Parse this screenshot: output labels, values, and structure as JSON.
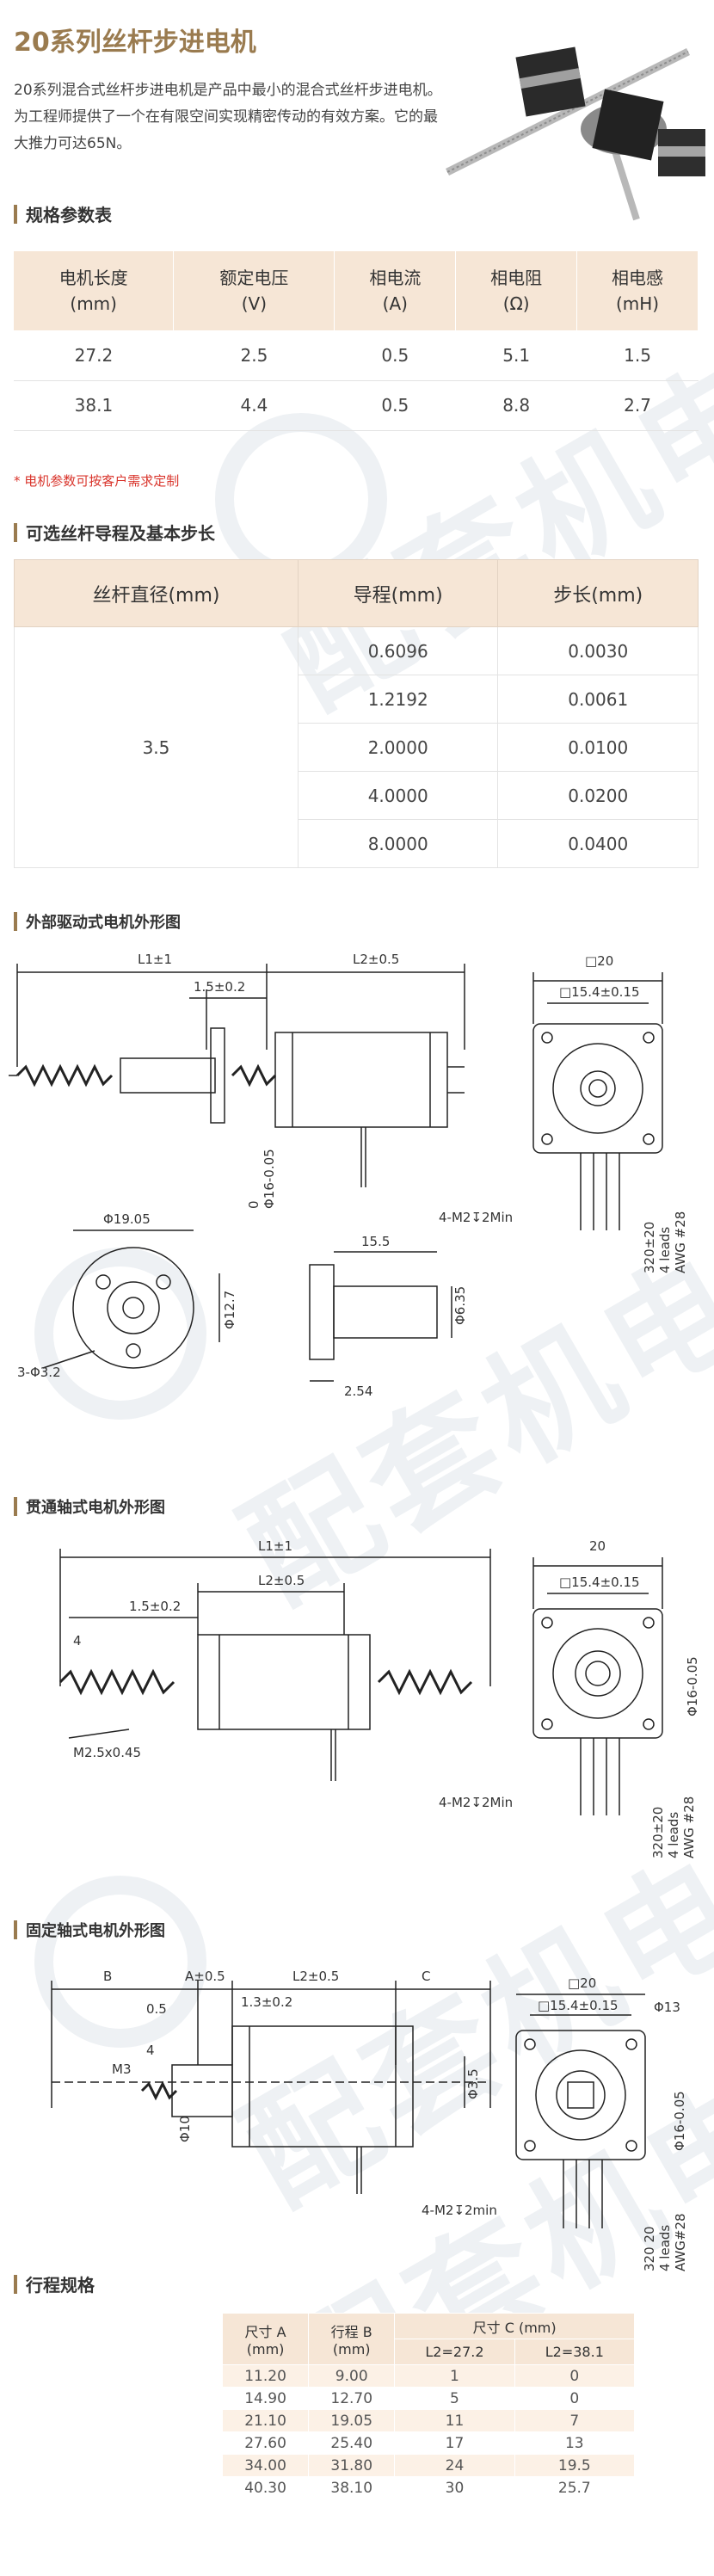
{
  "title": "20系列丝杆步进电机",
  "intro": "20系列混合式丝杆步进电机是产品中最小的混合式丝杆步进电机。为工程师提供了一个在有限空间实现精密传动的有效方案。它的最大推力可达65N。",
  "watermark": "配套机电",
  "spec_section": {
    "title": "规格参数表",
    "headers": [
      "电机长度\n(mm)",
      "额定电压\n(V)",
      "相电流\n(A)",
      "相电阻\n(Ω)",
      "相电感\n(mH)"
    ],
    "rows": [
      [
        "27.2",
        "2.5",
        "0.5",
        "5.1",
        "1.5"
      ],
      [
        "38.1",
        "4.4",
        "0.5",
        "8.8",
        "2.7"
      ]
    ],
    "note": "* 电机参数可按客户需求定制"
  },
  "lead_section": {
    "title": "可选丝杆导程及基本步长",
    "headers": [
      "丝杆直径(mm)",
      "导程(mm)",
      "步长(mm)"
    ],
    "diameter": "3.5",
    "rows": [
      [
        "0.6096",
        "0.0030"
      ],
      [
        "1.2192",
        "0.0061"
      ],
      [
        "2.0000",
        "0.0100"
      ],
      [
        "4.0000",
        "0.0200"
      ],
      [
        "8.0000",
        "0.0400"
      ]
    ]
  },
  "drawing1": {
    "title": "外部驱动式电机外形图",
    "labels": {
      "l1": "L1±1",
      "l2": "L2±0.5",
      "sq20": "□20",
      "sq15": "□15.4±0.15",
      "a15": "1.5±0.2",
      "phi16": "0\nΦ16-0.05",
      "m2": "4-M2↧2Min",
      "leads": "320±20\n4 leads\nAWG #28",
      "phi1905": "Φ19.05",
      "phi127": "Φ12.7",
      "holes": "3-Φ3.2",
      "d155": "15.5",
      "d635": "Φ6.35",
      "d254": "2.54"
    }
  },
  "drawing2": {
    "title": "贯通轴式电机外形图",
    "labels": {
      "l1": "L1±1",
      "l2": "L2±0.5",
      "a15": "1.5±0.2",
      "d4": "4",
      "m25": "M2.5x0.45",
      "d20": "20",
      "sq15": "□15.4±0.15",
      "phi16": "Φ16-0.05",
      "m2": "4-M2↧2Min",
      "leads": "320±20\n4 leads\nAWG #28"
    }
  },
  "drawing3": {
    "title": "固定轴式电机外形图",
    "labels": {
      "b": "B",
      "a": "A±0.5",
      "l2": "L2±0.5",
      "c": "C",
      "d05": "0.5",
      "d13": "1.3±0.2",
      "d4": "4",
      "m3": "M3",
      "phi10": "Φ10",
      "phi35": "Φ3.5",
      "sq20": "□20",
      "sq15": "□15.4±0.15",
      "phi13": "Φ13",
      "phi16": "Φ16-0.05",
      "m2": "4-M2↧2min",
      "leads": "320  20\n4 leads\nAWG#28"
    }
  },
  "stroke_section": {
    "title": "行程规格",
    "headers": {
      "a": "尺寸 A\n(mm)",
      "b": "行程 B\n(mm)",
      "c": "尺寸 C (mm)",
      "c1": "L2=27.2",
      "c2": "L2=38.1"
    },
    "rows": [
      [
        "11.20",
        "9.00",
        "1",
        "0"
      ],
      [
        "14.90",
        "12.70",
        "5",
        "0"
      ],
      [
        "21.10",
        "19.05",
        "11",
        "7"
      ],
      [
        "27.60",
        "25.40",
        "17",
        "13"
      ],
      [
        "34.00",
        "31.80",
        "24",
        "19.5"
      ],
      [
        "40.30",
        "38.10",
        "30",
        "25.7"
      ]
    ]
  }
}
